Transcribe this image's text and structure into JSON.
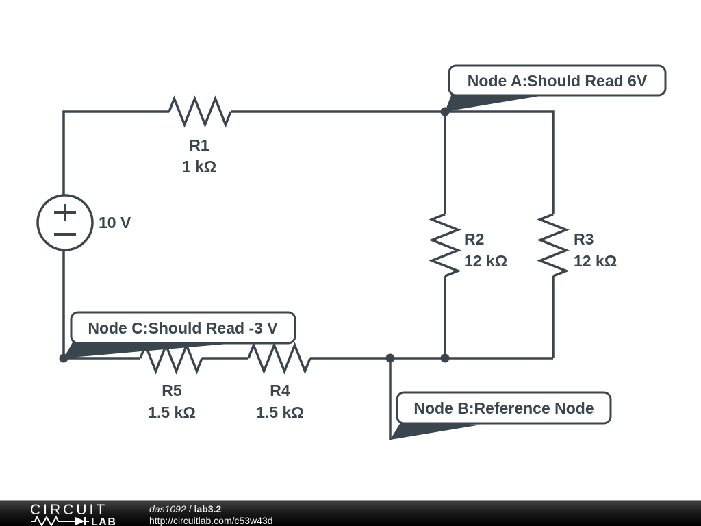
{
  "colors": {
    "ink": "#3b454e",
    "background": "#ffffff",
    "footer_bg": "#000000"
  },
  "source": {
    "label": "10 V"
  },
  "resistors": [
    {
      "name": "R1",
      "value": "1 kΩ"
    },
    {
      "name": "R2",
      "value": "12 kΩ"
    },
    {
      "name": "R3",
      "value": "12 kΩ"
    },
    {
      "name": "R4",
      "value": "1.5 kΩ"
    },
    {
      "name": "R5",
      "value": "1.5 kΩ"
    }
  ],
  "annotations": {
    "node_a": "Node A:Should Read 6V",
    "node_b": "Node B:Reference Node",
    "node_c": "Node C:Should Read -3 V"
  },
  "footer": {
    "logo_top": "CIRCUIT",
    "logo_bottom": "LAB",
    "author": "das1092",
    "separator": "/",
    "title": "lab3.2",
    "url": "http://circuitlab.com/c53w43d"
  }
}
